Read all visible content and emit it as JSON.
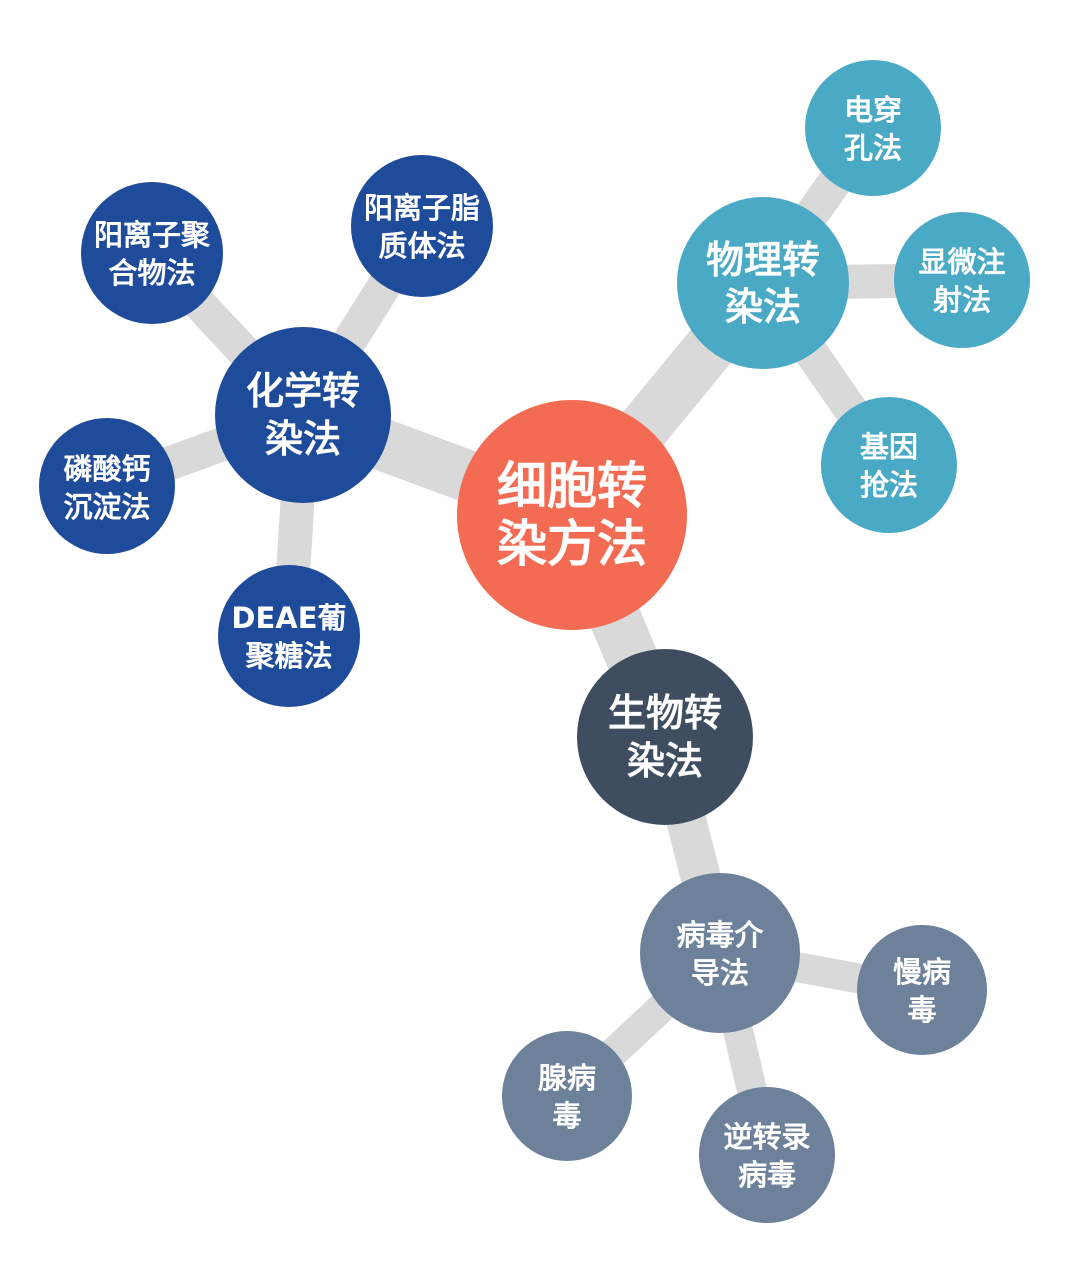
{
  "colors": {
    "link": "#d9d9d9",
    "root": "#f36b52",
    "chemical": "#1f4b9b",
    "physical": "#4aa9c4",
    "biological_main": "#3e4d60",
    "biological_sub": "#6e819a",
    "label": "#ffffff"
  },
  "root": {
    "line1": "细胞转",
    "line2": "染方法"
  },
  "chemical": {
    "main": {
      "line1": "化学转",
      "line2": "染法"
    },
    "cationic_polymer": {
      "line1": "阳离子聚",
      "line2": "合物法"
    },
    "cationic_liposome": {
      "line1": "阳离子脂",
      "line2": "质体法"
    },
    "calcium_phosphate": {
      "line1": "磷酸钙",
      "line2": "沉淀法"
    },
    "deae_dextran": {
      "line1": "DEAE葡",
      "line2": "聚糖法"
    }
  },
  "physical": {
    "main": {
      "line1": "物理转",
      "line2": "染法"
    },
    "electroporation": {
      "line1": "电穿",
      "line2": "孔法"
    },
    "microinjection": {
      "line1": "显微注",
      "line2": "射法"
    },
    "gene_gun": {
      "line1": "基因",
      "line2": "抢法"
    }
  },
  "biological": {
    "main": {
      "line1": "生物转",
      "line2": "染法"
    },
    "viral_mediated": {
      "line1": "病毒介",
      "line2": "导法"
    },
    "lentivirus": {
      "line1": "慢病",
      "line2": "毒"
    },
    "adenovirus": {
      "line1": "腺病",
      "line2": "毒"
    },
    "retrovirus": {
      "line1": "逆转录",
      "line2": "病毒"
    }
  }
}
